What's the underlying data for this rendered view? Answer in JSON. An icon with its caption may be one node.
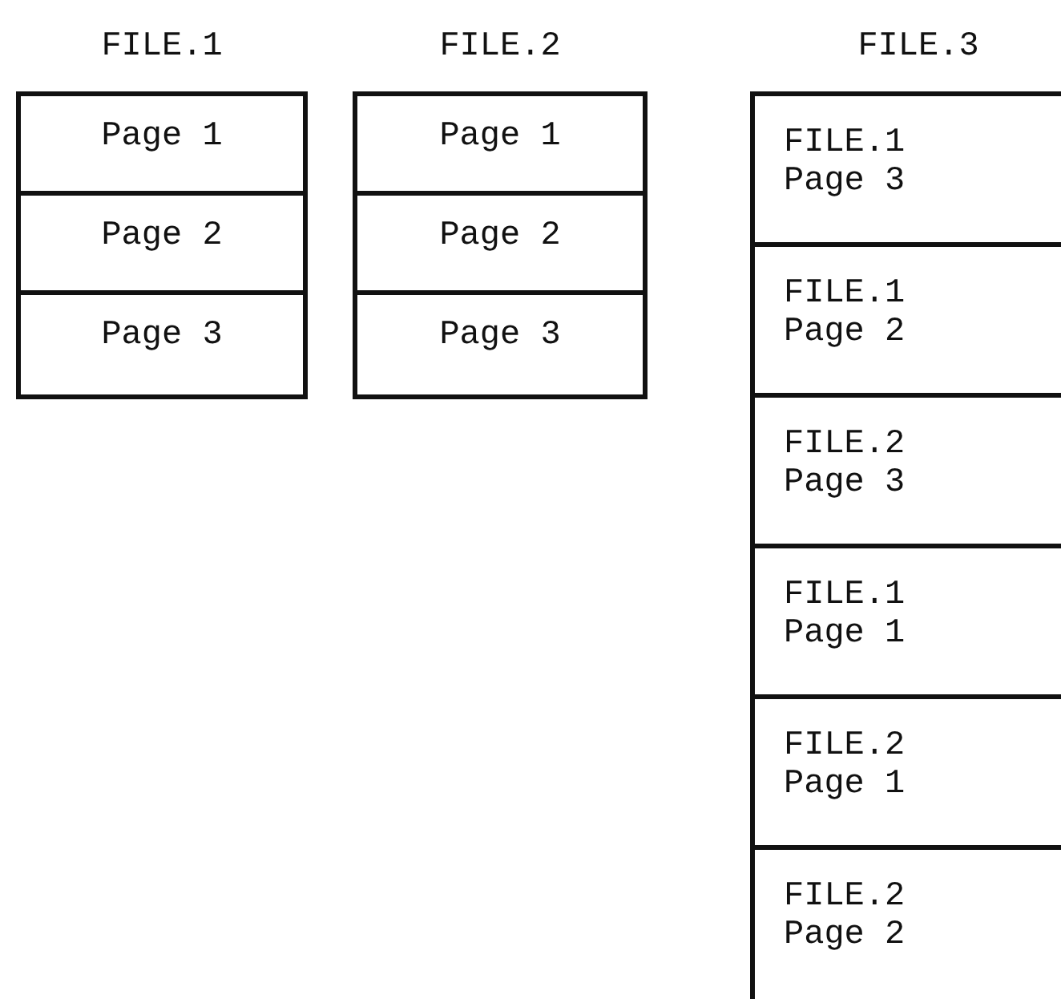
{
  "diagram": {
    "nodes": [
      {
        "text": [
          "FILE.1"
        ]
      },
      {
        "text": [
          "Page 1"
        ],
        "in": 0
      },
      {
        "text": [
          "Page 2"
        ],
        "in": 0
      },
      {
        "text": [
          "Page 3"
        ],
        "in": 0
      },
      {
        "text": [
          "FILE.2"
        ]
      },
      {
        "text": [
          "Page 1"
        ],
        "in": 4
      },
      {
        "text": [
          "Page 2"
        ],
        "in": 4
      },
      {
        "text": [
          "Page 3"
        ],
        "in": 4
      },
      {
        "text": [
          "FILE.3"
        ]
      },
      {
        "text": [
          "FILE.1",
          "Page 3"
        ],
        "in": 8
      },
      {
        "text": [
          "FILE.1",
          "Page 2"
        ],
        "in": 8
      },
      {
        "text": [
          "FILE.2",
          "Page 3"
        ],
        "in": 8
      },
      {
        "text": [
          "FILE.1",
          "Page 1"
        ],
        "in": 8
      },
      {
        "text": [
          "FILE.2",
          "Page 1"
        ],
        "in": 8
      },
      {
        "text": [
          "FILE.2",
          "Page 2"
        ],
        "in": 8
      }
    ],
    "edges": []
  }
}
